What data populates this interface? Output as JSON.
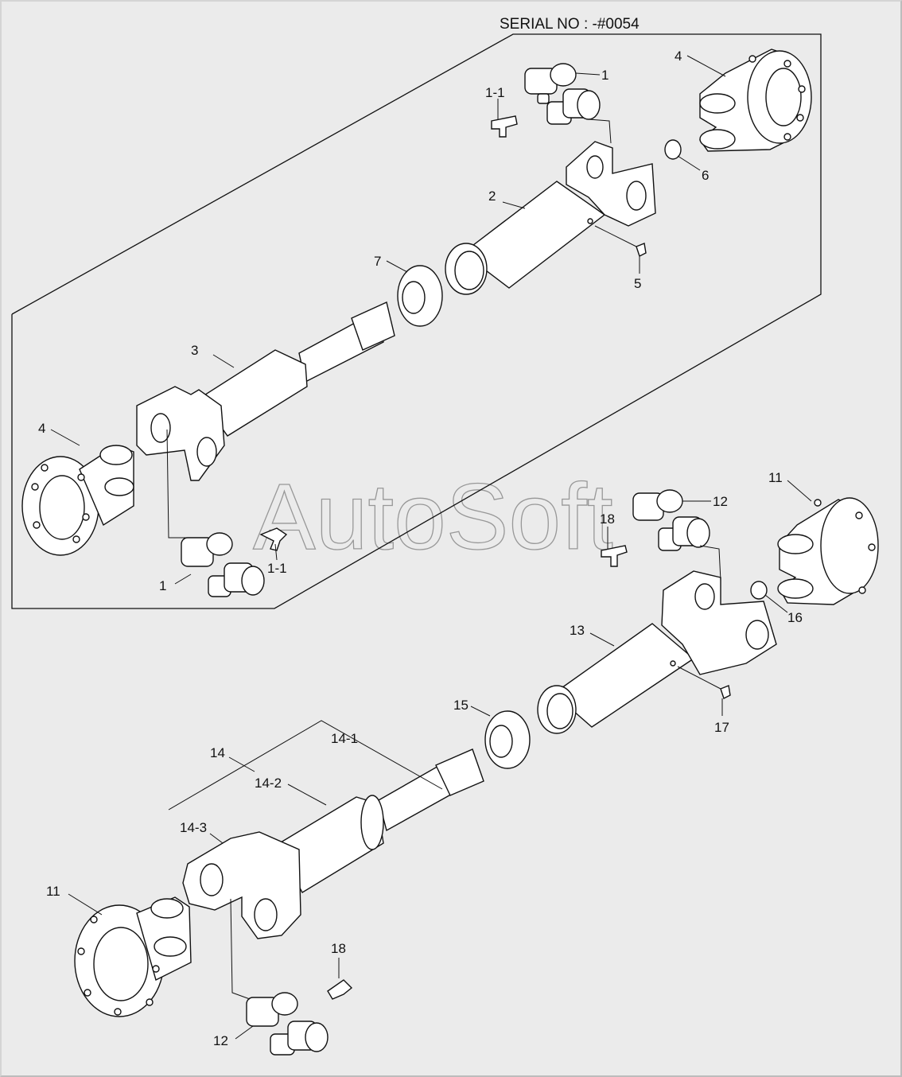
{
  "serial": "SERIAL NO : -#0054",
  "watermark": "AutoSoft",
  "colors": {
    "background": "#ebebeb",
    "line": "#111111",
    "part_fill": "#ffffff",
    "watermark": "#8a8a8a"
  },
  "upper_assembly": {
    "labels": {
      "p1_top": "1",
      "p1_1_top": "1-1",
      "p2": "2",
      "p3": "3",
      "p4_top": "4",
      "p4_left": "4",
      "p5": "5",
      "p6": "6",
      "p7": "7",
      "p1_bottom": "1",
      "p1_1_bottom": "1-1"
    }
  },
  "lower_assembly": {
    "labels": {
      "p11_top": "11",
      "p12_top": "12",
      "p18_top": "18",
      "p16": "16",
      "p13": "13",
      "p17": "17",
      "p15": "15",
      "p14": "14",
      "p14_1": "14-1",
      "p14_2": "14-2",
      "p14_3": "14-3",
      "p11_left": "11",
      "p18_bottom": "18",
      "p12_bottom": "12"
    }
  }
}
